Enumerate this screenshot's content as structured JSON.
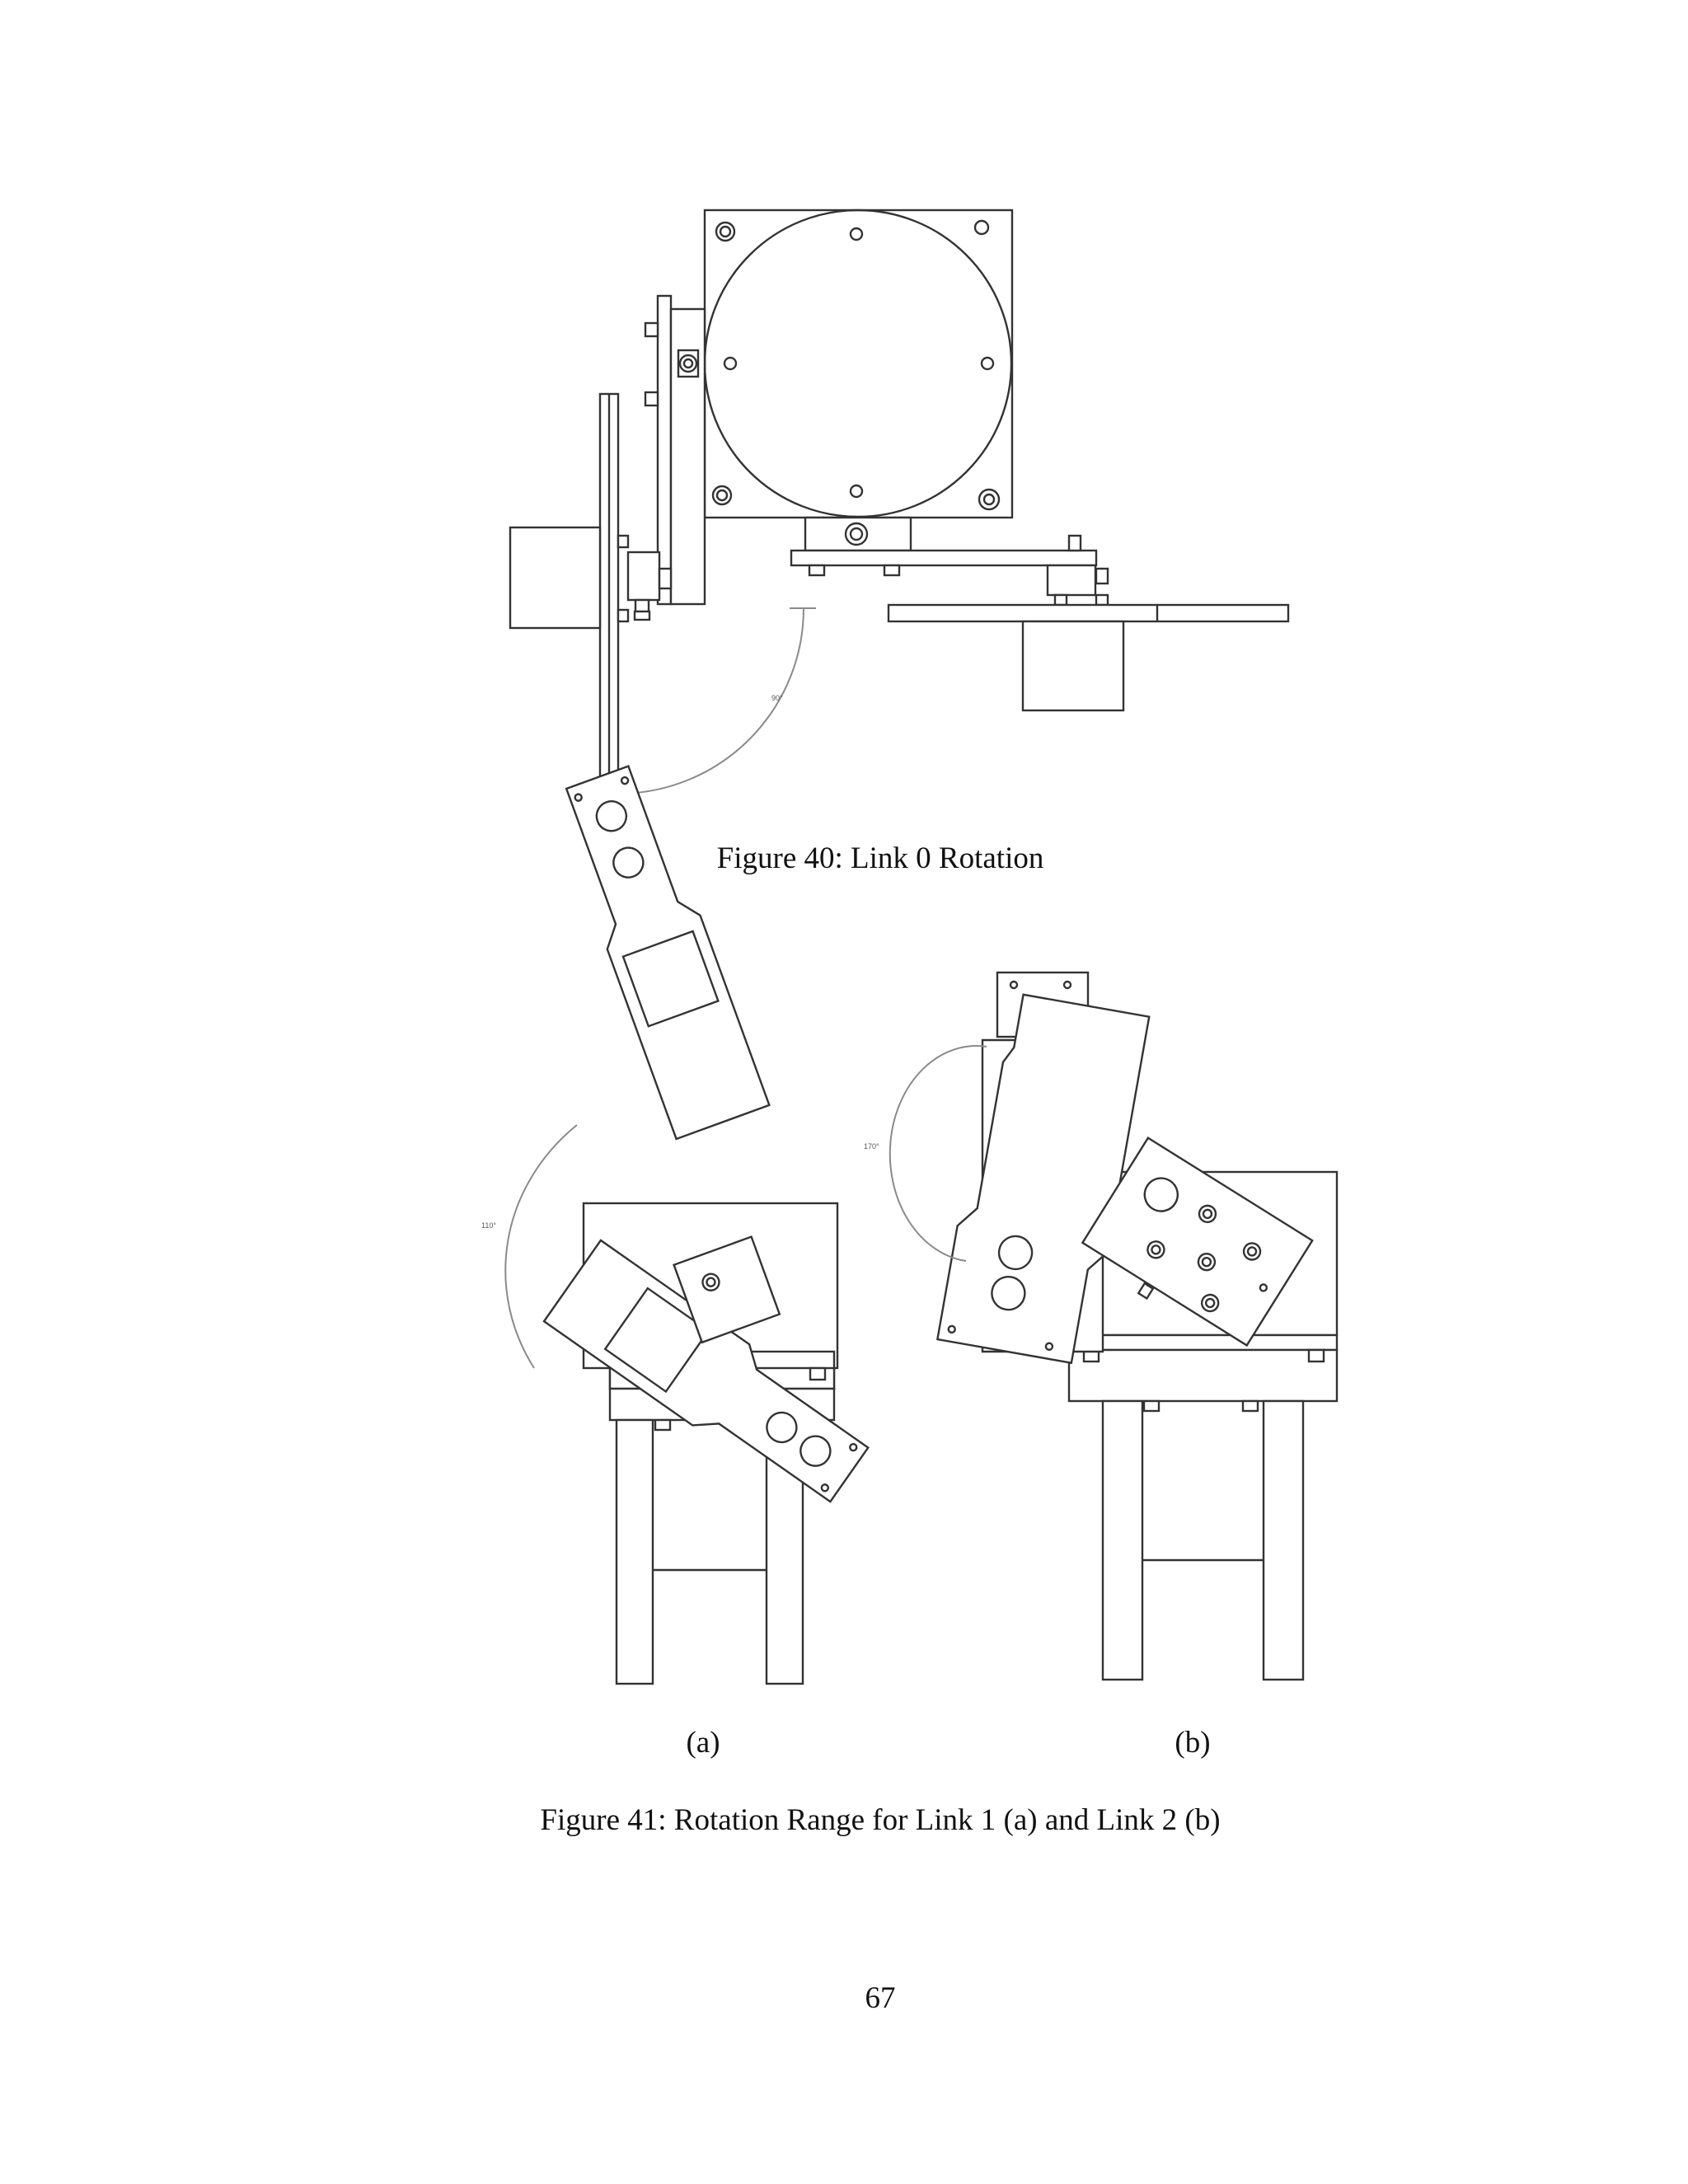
{
  "figure40": {
    "caption": "Figure 40: Link 0 Rotation",
    "angle_label": "90°"
  },
  "figure41": {
    "caption": "Figure 41: Rotation Range for Link 1 (a) and Link 2 (b)",
    "sub_a": "(a)",
    "sub_b": "(b)",
    "angle_label_a": "110°",
    "angle_label_b": "170°"
  },
  "page_number": "67"
}
